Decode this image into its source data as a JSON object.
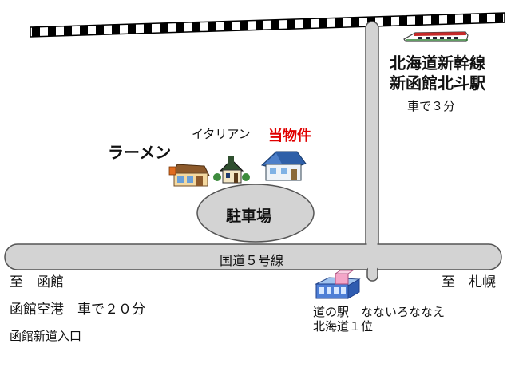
{
  "map": {
    "station": {
      "line1": "北海道新幹線",
      "line2": "新函館北斗駅",
      "access": "車で３分"
    },
    "restaurants": {
      "italian": "イタリアン",
      "ramen": "ラーメン"
    },
    "property": {
      "label": "当物件",
      "color": "#e00000"
    },
    "parking": "駐車場",
    "route": "国道５号線",
    "direction_hakodate": "至　函館",
    "direction_sapporo": "至　札幌",
    "airport": "函館空港　車で２０分",
    "hakodate_shindo": "函館新道入口",
    "michi_no_eki": {
      "line1": "道の駅　なないろななえ",
      "line2": "北海道１位"
    },
    "icons": [
      "train-icon",
      "ramen-shop-icon",
      "italian-restaurant-icon",
      "property-house-icon",
      "michi-no-eki-icon"
    ],
    "colors": {
      "road_fill": "#d3d3d3",
      "road_stroke": "#555555",
      "rail": "#000000"
    }
  }
}
